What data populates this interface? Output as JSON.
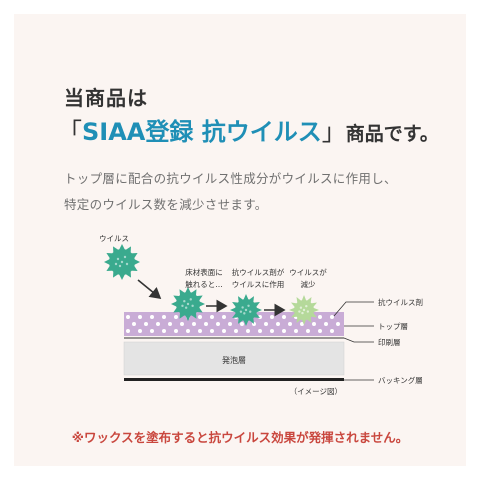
{
  "heading": {
    "line1": "当商品は",
    "bracket_open": "「",
    "highlight": "SIAA登録 抗ウイルス",
    "bracket_close": "」",
    "suffix": "商品です。"
  },
  "description": {
    "line1": "トップ層に配合の抗ウイルス性成分がウイルスに作用し、",
    "line2": "特定のウイルス数を減少させます。"
  },
  "diagram": {
    "virus_label": "ウイルス",
    "step1_line1": "床材表面に",
    "step1_line2": "触れると…",
    "step2_line1": "抗ウイルス剤が",
    "step2_line2": "ウイルスに作用",
    "step3_line1": "ウイルスが",
    "step3_line2": "減少",
    "layer_antiviral": "抗ウイルス剤",
    "layer_top": "トップ層",
    "layer_print": "印刷層",
    "layer_foam": "発泡層",
    "layer_backing": "バッキング層",
    "image_note": "（イメージ図）",
    "colors": {
      "top_layer": "#c9acd6",
      "virus": "#3aaa8e",
      "virus_faded": "#b5d99a",
      "foam": "#e4e4e4"
    }
  },
  "warning": "※ワックスを塗布すると抗ウイルス効果が発揮されません。"
}
